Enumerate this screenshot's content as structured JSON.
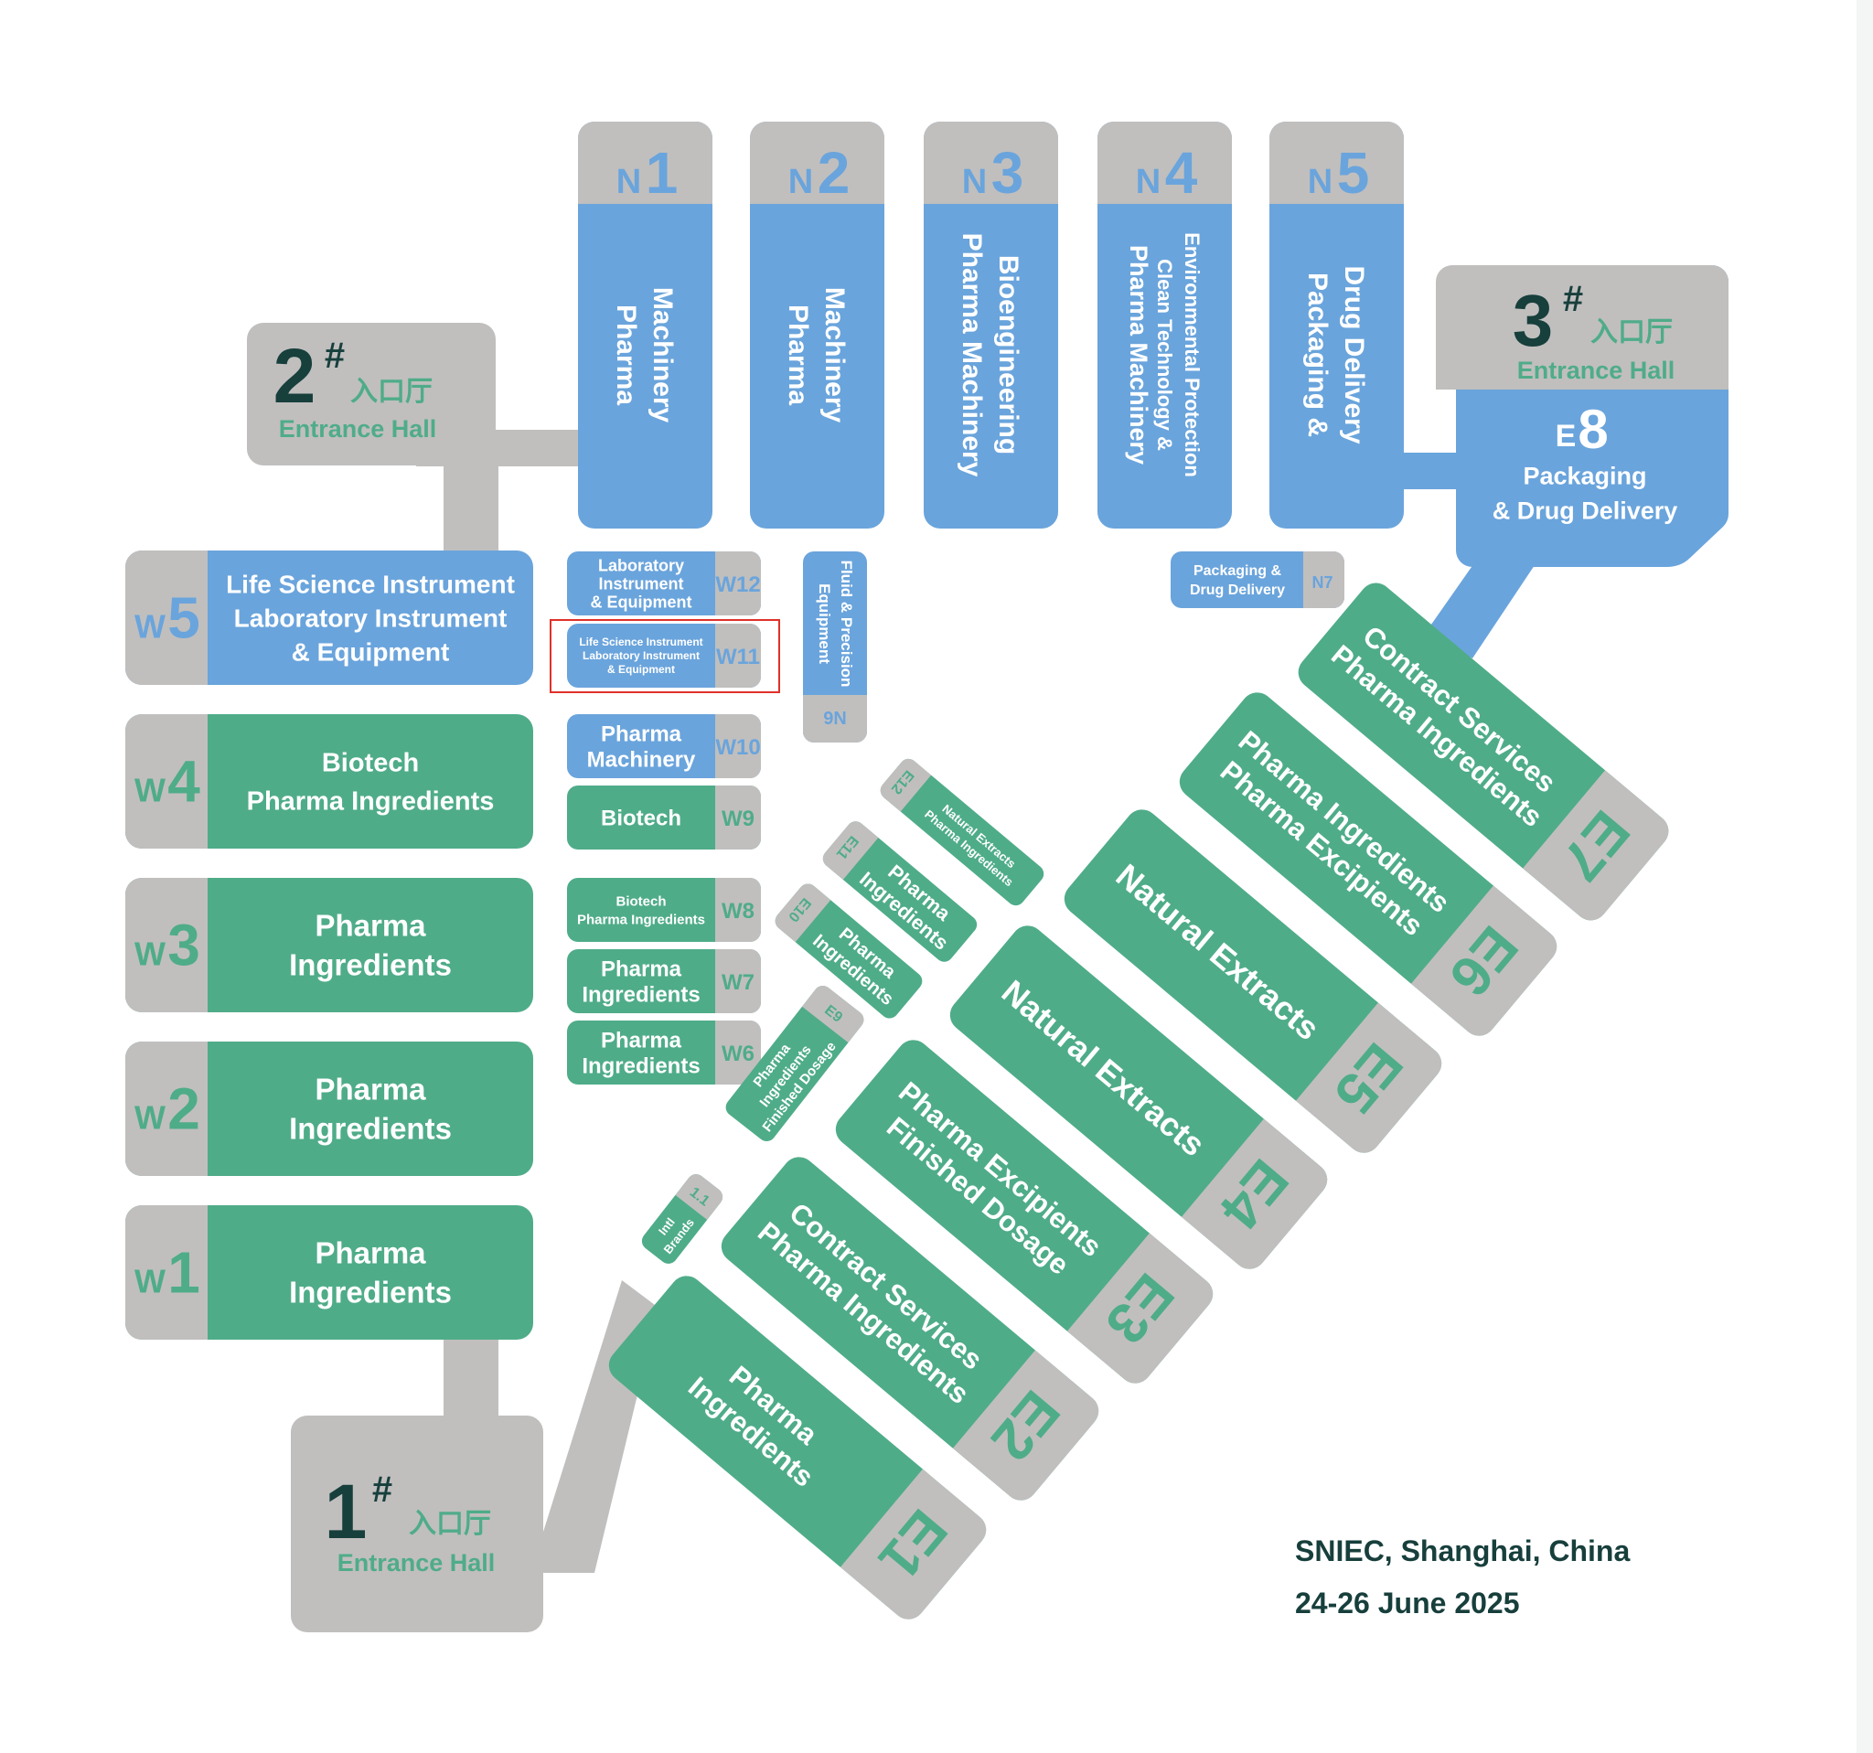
{
  "colors": {
    "blue": "#6aa4dc",
    "green": "#4fac89",
    "gray": "#c0bfbe",
    "dark": "#173f3c",
    "white": "#ffffff",
    "entrance_green": "#4fac89"
  },
  "entrances": [
    {
      "id": "entrance-1",
      "num": "1",
      "sup": "#",
      "cn": "入口厅",
      "en": "Entrance Hall"
    },
    {
      "id": "entrance-2",
      "num": "2",
      "sup": "#",
      "cn": "入口厅",
      "en": "Entrance Hall"
    },
    {
      "id": "entrance-3",
      "num": "3",
      "sup": "#",
      "cn": "入口厅",
      "en": "Entrance Hall"
    }
  ],
  "north_halls": [
    {
      "code": "N1",
      "letter": "N",
      "digit": "1",
      "lines": [
        "Pharma",
        "Machinery"
      ]
    },
    {
      "code": "N2",
      "letter": "N",
      "digit": "2",
      "lines": [
        "Pharma",
        "Machinery"
      ]
    },
    {
      "code": "N3",
      "letter": "N",
      "digit": "3",
      "lines": [
        "Pharma Machinery",
        "Bioengineering"
      ]
    },
    {
      "code": "N4",
      "letter": "N",
      "digit": "4",
      "lines": [
        "Pharma Machinery",
        "Clean Technology &",
        "Environmental Protection"
      ]
    },
    {
      "code": "N5",
      "letter": "N",
      "digit": "5",
      "lines": [
        "Packaging &",
        "Drug Delivery"
      ]
    }
  ],
  "e8": {
    "letter": "E",
    "digit": "8",
    "lines": [
      "Packaging",
      "& Drug Delivery"
    ]
  },
  "west_halls": [
    {
      "code": "W5",
      "letter": "W",
      "digit": "5",
      "lines": [
        "Life Science Instrument",
        "Laboratory Instrument",
        "& Equipment"
      ]
    },
    {
      "code": "W4",
      "letter": "W",
      "digit": "4",
      "lines": [
        "Biotech",
        "Pharma Ingredients"
      ]
    },
    {
      "code": "W3",
      "letter": "W",
      "digit": "3",
      "lines": [
        "Pharma",
        "Ingredients"
      ]
    },
    {
      "code": "W2",
      "letter": "W",
      "digit": "2",
      "lines": [
        "Pharma",
        "Ingredients"
      ]
    },
    {
      "code": "W1",
      "letter": "W",
      "digit": "1",
      "lines": [
        "Pharma",
        "Ingredients"
      ]
    }
  ],
  "small_west_halls": [
    {
      "code": "W12",
      "label": "W12",
      "lines": [
        "Laboratory",
        "Instrument",
        "& Equipment"
      ]
    },
    {
      "code": "W11",
      "label": "W11",
      "lines": [
        "Life Science Instrument",
        "Laboratory Instrument",
        "& Equipment"
      ]
    },
    {
      "code": "W10",
      "label": "W10",
      "lines": [
        "Pharma",
        "Machinery"
      ]
    },
    {
      "code": "W9",
      "label": "W9",
      "lines": [
        "Biotech"
      ]
    },
    {
      "code": "W8",
      "label": "W8",
      "lines": [
        "Biotech",
        "Pharma Ingredients"
      ]
    },
    {
      "code": "W7",
      "label": "W7",
      "lines": [
        "Pharma",
        "Ingredients"
      ]
    },
    {
      "code": "W6",
      "label": "W6",
      "lines": [
        "Pharma",
        "Ingredients"
      ]
    }
  ],
  "n6": {
    "label": "N6",
    "lines": [
      "Fluid & Precision",
      "Equipment"
    ]
  },
  "n7": {
    "label": "N7",
    "lines": [
      "Packaging &",
      "Drug Delivery"
    ]
  },
  "east_halls": [
    {
      "code": "E7",
      "label": "E7",
      "lines": [
        "Contract Services",
        "Pharma Ingredients"
      ]
    },
    {
      "code": "E6",
      "label": "E6",
      "lines": [
        "Pharma Ingredients",
        "Pharma Excipients"
      ]
    },
    {
      "code": "E5",
      "label": "E5",
      "lines": [
        "Natural Extracts"
      ]
    },
    {
      "code": "E4",
      "label": "E4",
      "lines": [
        "Natural Extracts"
      ]
    },
    {
      "code": "E3",
      "label": "E3",
      "lines": [
        "Pharma Excipients",
        "Finished Dosage"
      ]
    },
    {
      "code": "E2",
      "label": "E2",
      "lines": [
        "Contract Services",
        "Pharma Ingredients"
      ]
    },
    {
      "code": "E1",
      "label": "E1",
      "lines": [
        "Pharma",
        "Ingredients"
      ]
    }
  ],
  "small_east_halls": [
    {
      "code": "E12",
      "label": "E12",
      "lines": [
        "Natural Extracts",
        "Pharma Ingredients"
      ]
    },
    {
      "code": "E11",
      "label": "E11",
      "lines": [
        "Pharma",
        "Ingredients"
      ]
    },
    {
      "code": "E10",
      "label": "E10",
      "lines": [
        "Pharma",
        "Ingredients"
      ]
    },
    {
      "code": "E9",
      "label": "E9",
      "lines": [
        "Pharma",
        "Ingredients",
        "Finished Dosage"
      ]
    },
    {
      "code": "E1.1",
      "label": "1.1",
      "lines": [
        "Intl",
        "Brands"
      ]
    }
  ],
  "footer": {
    "venue": "SNIEC, Shanghai, China",
    "dates": "24-26 June 2025"
  },
  "highlight": {
    "target": "W11",
    "color": "#e0302a"
  }
}
